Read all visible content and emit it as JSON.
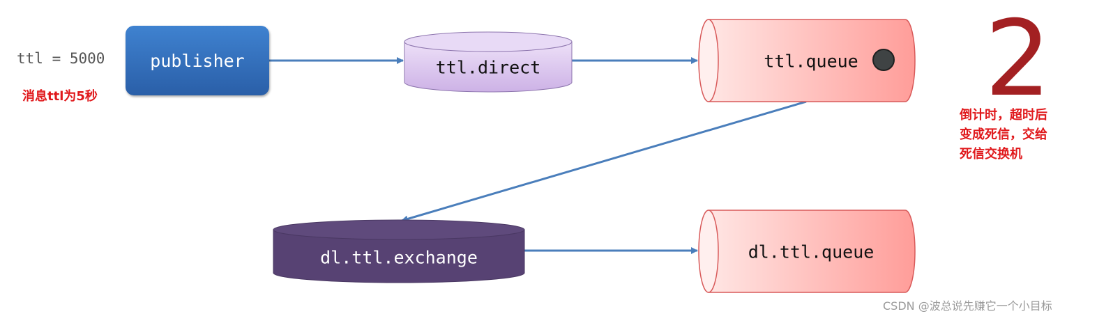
{
  "message_ttl_code": "ttl = 5000",
  "message_ttl_note": "消息ttl为5秒",
  "publisher_label": "publisher",
  "exchange_label": "ttl.direct",
  "queue_label": "ttl.queue",
  "dl_exchange_label": "dl.ttl.exchange",
  "dl_queue_label": "dl.ttl.queue",
  "step_number": "2",
  "countdown_note": [
    "倒计时，超时后",
    "变成死信，交给",
    "死信交换机"
  ],
  "watermark": "CSDN @波总说先赚它一个小目标",
  "colors": {
    "arrow": "#4a7ebb",
    "publisher": "#2e66b0",
    "exchange_fill": "#dcc8ee",
    "dl_exchange_fill": "#574273",
    "queue_fill": "#ffb0ad",
    "note_red": "#e0181b",
    "step_red": "#a32022"
  }
}
